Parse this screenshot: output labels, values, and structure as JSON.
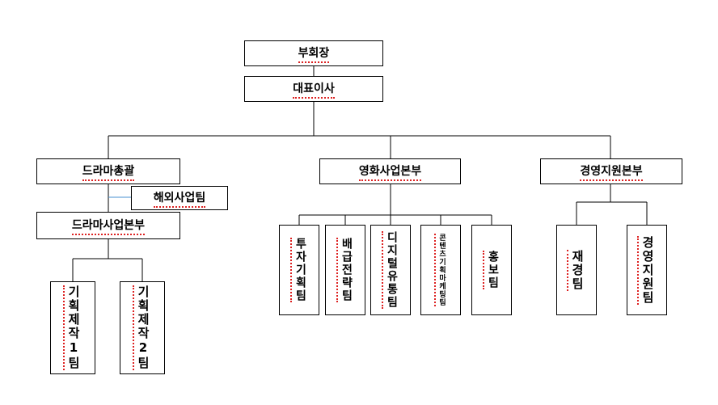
{
  "org": {
    "vice_chairman": "부회장",
    "ceo": "대표이사",
    "drama_head": "드라마총괄",
    "overseas_team": "해외사업팀",
    "drama_division": "드라마사업본부",
    "planning_team_1": "기획제작1팀",
    "planning_team_2": "기획제작2팀",
    "film_division": "영화사업본부",
    "investment_team": "투자기획팀",
    "distribution_team": "배급전략팀",
    "digital_team": "디지털유통팀",
    "content_marketing_team": "콘텐츠기획마케팅팀",
    "pr_team": "홍보팀",
    "management_division": "경영지원본부",
    "finance_team": "재경팀",
    "management_support_team": "경영지원팀"
  }
}
